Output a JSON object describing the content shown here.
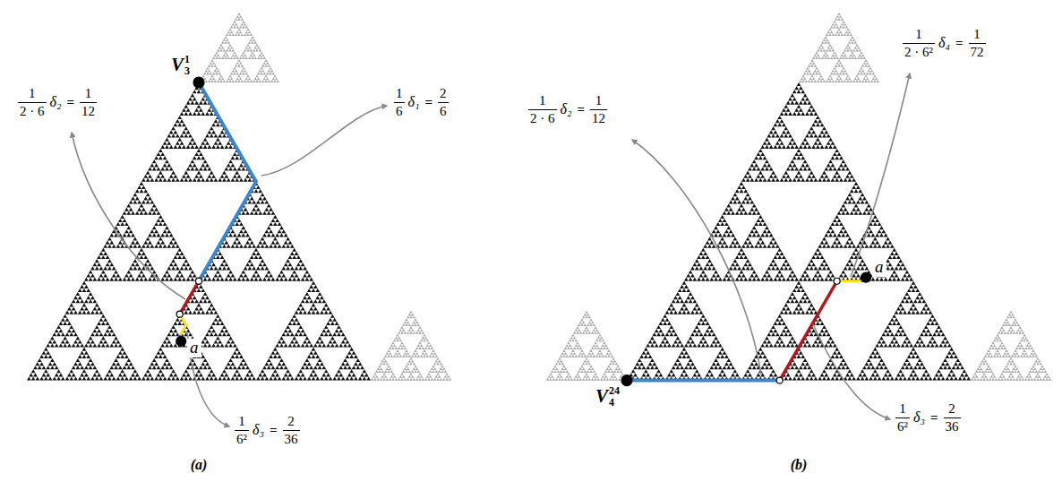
{
  "diagram": {
    "labels": [
      "V",
      "3",
      "1",
      "1",
      "6",
      "δ₁",
      "=",
      "2",
      "6",
      "1",
      "2 · 6",
      "δ₂",
      "=",
      "1",
      "12",
      "1",
      "6²",
      "δ₃",
      "=",
      "2",
      "36",
      "a",
      "(a)",
      "V",
      "4",
      "24",
      "1",
      "2 · 6",
      "δ₂",
      "=",
      "1",
      "12",
      "1",
      "2 · 6²",
      "δ₄",
      "=",
      "1",
      "72",
      "1",
      "6²",
      "δ₃",
      "=",
      "2",
      "36",
      "a",
      "(b)"
    ]
  }
}
